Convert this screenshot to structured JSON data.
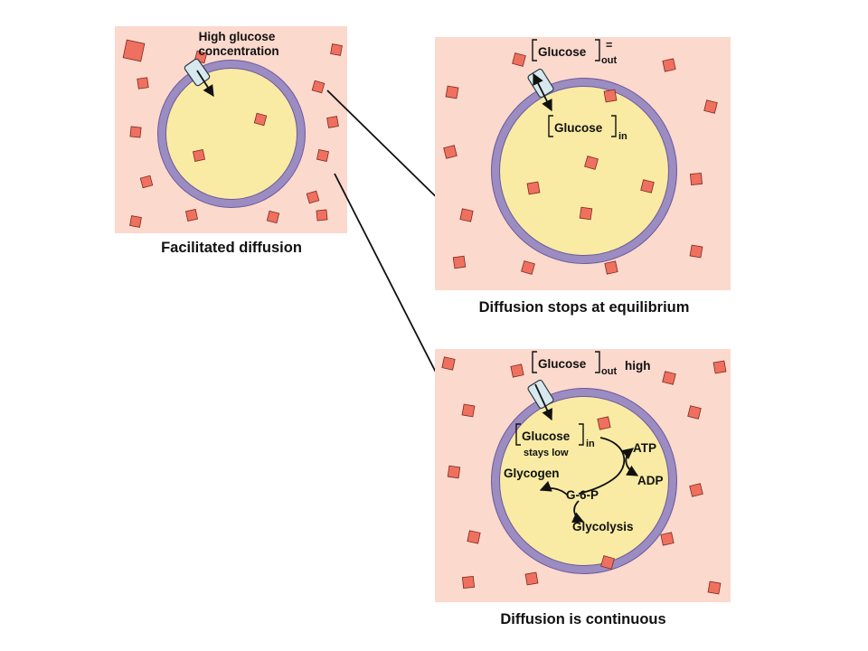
{
  "panels": {
    "facilitated": {
      "caption": "Facilitated diffusion",
      "label_line1": "High glucose",
      "label_line2": "concentration"
    },
    "equilibrium": {
      "caption": "Diffusion stops at equilibrium",
      "glucose_out": "Glucose",
      "out_sub": "out",
      "equals": "=",
      "glucose_in": "Glucose",
      "in_sub": "in"
    },
    "continuous": {
      "caption": "Diffusion is continuous",
      "glucose_out": "Glucose",
      "out_sub": "out",
      "out_suffix": "high",
      "glucose_in": "Glucose",
      "in_sub": "in",
      "stays_low": "stays low",
      "atp": "ATP",
      "adp": "ADP",
      "glycogen": "Glycogen",
      "g6p": "G-6-P",
      "glycolysis": "Glycolysis"
    }
  },
  "colors": {
    "panel_bg": "#fbd9cd",
    "cytoplasm": "#f9eba3",
    "membrane": "#9b8cc2",
    "glucose": "#f0705f",
    "channel": "#d7e9ee"
  }
}
